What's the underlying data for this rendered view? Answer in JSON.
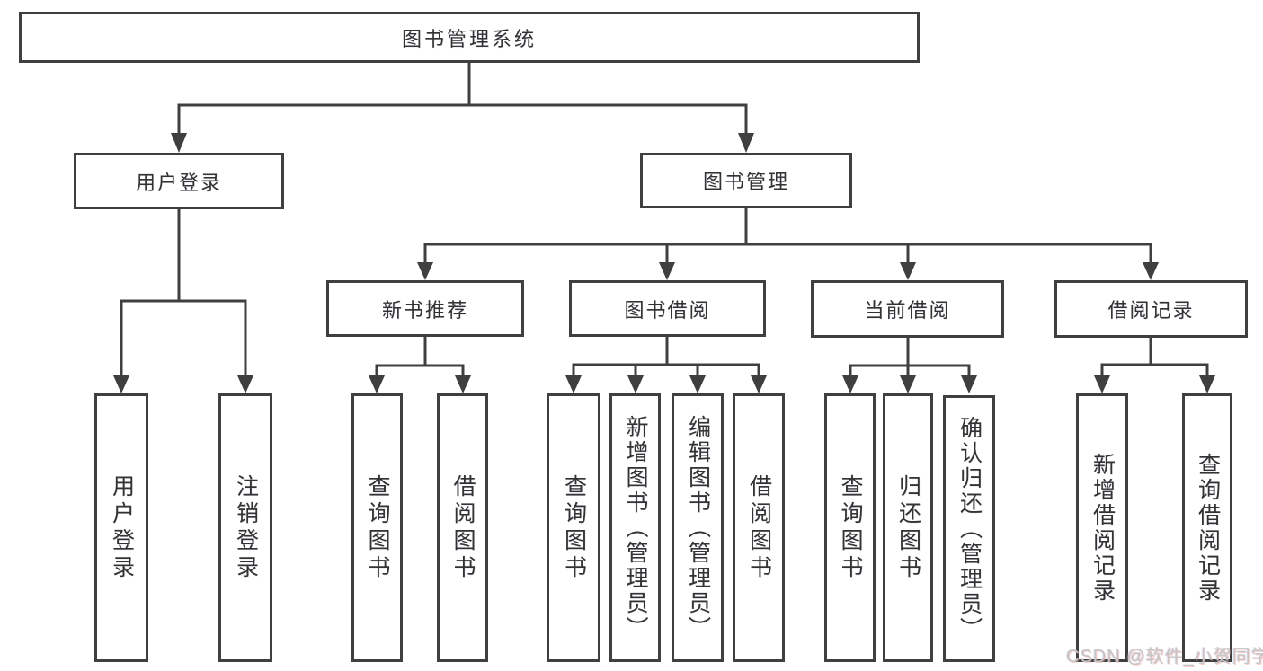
{
  "diagram": {
    "title": "图书管理系统",
    "root": {
      "label": "图书管理系统"
    },
    "level2": [
      {
        "label": "用户登录"
      },
      {
        "label": "图书管理"
      }
    ],
    "level3": [
      {
        "label": "新书推荐"
      },
      {
        "label": "图书借阅"
      },
      {
        "label": "当前借阅"
      },
      {
        "label": "借阅记录"
      }
    ],
    "leaves": [
      {
        "label": "用户登录",
        "parent": "用户登录"
      },
      {
        "label": "注销登录",
        "parent": "用户登录"
      },
      {
        "label": "查询图书",
        "parent": "新书推荐"
      },
      {
        "label": "借阅图书",
        "parent": "新书推荐"
      },
      {
        "label": "查询图书",
        "parent": "图书借阅"
      },
      {
        "label": "新增图书（管理员）",
        "parent": "图书借阅"
      },
      {
        "label": "编辑图书（管理员）",
        "parent": "图书借阅"
      },
      {
        "label": "借阅图书",
        "parent": "图书借阅"
      },
      {
        "label": "查询图书",
        "parent": "当前借阅"
      },
      {
        "label": "归还图书",
        "parent": "当前借阅"
      },
      {
        "label": "确认归还（管理员）",
        "parent": "当前借阅"
      },
      {
        "label": "新增借阅记录",
        "parent": "借阅记录"
      },
      {
        "label": "查询借阅记录",
        "parent": "借阅记录"
      }
    ],
    "watermark": "CSDN @软件_小贺同学",
    "colors": {
      "line": "#3f3f3f",
      "text": "#333333",
      "background": "#ffffff",
      "watermark": "#c6c6c6"
    }
  }
}
